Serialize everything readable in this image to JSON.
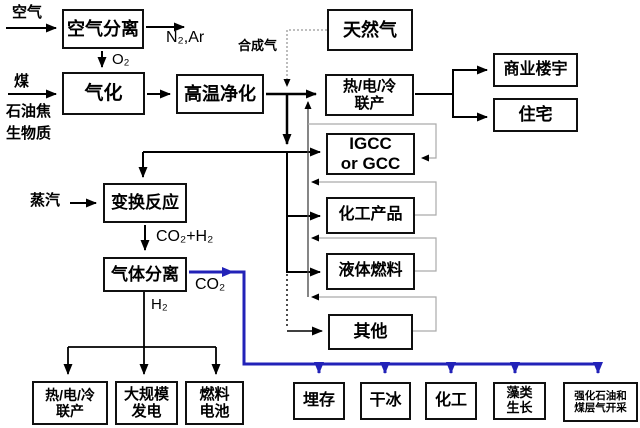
{
  "colors": {
    "flow_black": "#000000",
    "co2_flow_blue": "#2222b8",
    "recycle_gray": "#aaaaaa"
  },
  "labels": {
    "air": "空气",
    "coal": "煤",
    "petcoke": "石油焦",
    "biomass": "生物质",
    "steam": "蒸汽",
    "syngas": "合成气",
    "n2ar": "N₂,Ar",
    "o2": "O₂",
    "co2h2": "CO₂+H₂",
    "co2": "CO₂",
    "h2": "H₂"
  },
  "nodes": {
    "air_separation": "空气分离",
    "gasification": "气化",
    "hot_gas_cleanup": "高温净化",
    "natural_gas": "天然气",
    "chp_top": "热/电/冷\n联产",
    "commercial_building": "商业楼宇",
    "residential": "住宅",
    "igcc": "IGCC\nor GCC",
    "chemical_products": "化工产品",
    "liquid_fuels": "液体燃料",
    "others": "其他",
    "shift_reaction": "变换反应",
    "gas_separation": "气体分离",
    "chp_bottom": "热/电/冷\n联产",
    "large_scale_power": "大规模\n发电",
    "fuel_cell": "燃料\n电池",
    "storage": "埋存",
    "dry_ice": "干冰",
    "chemical_industry": "化工",
    "algae_growth": "藻类\n生长",
    "enhanced_recovery": "强化石油和\n煤层气开采"
  }
}
